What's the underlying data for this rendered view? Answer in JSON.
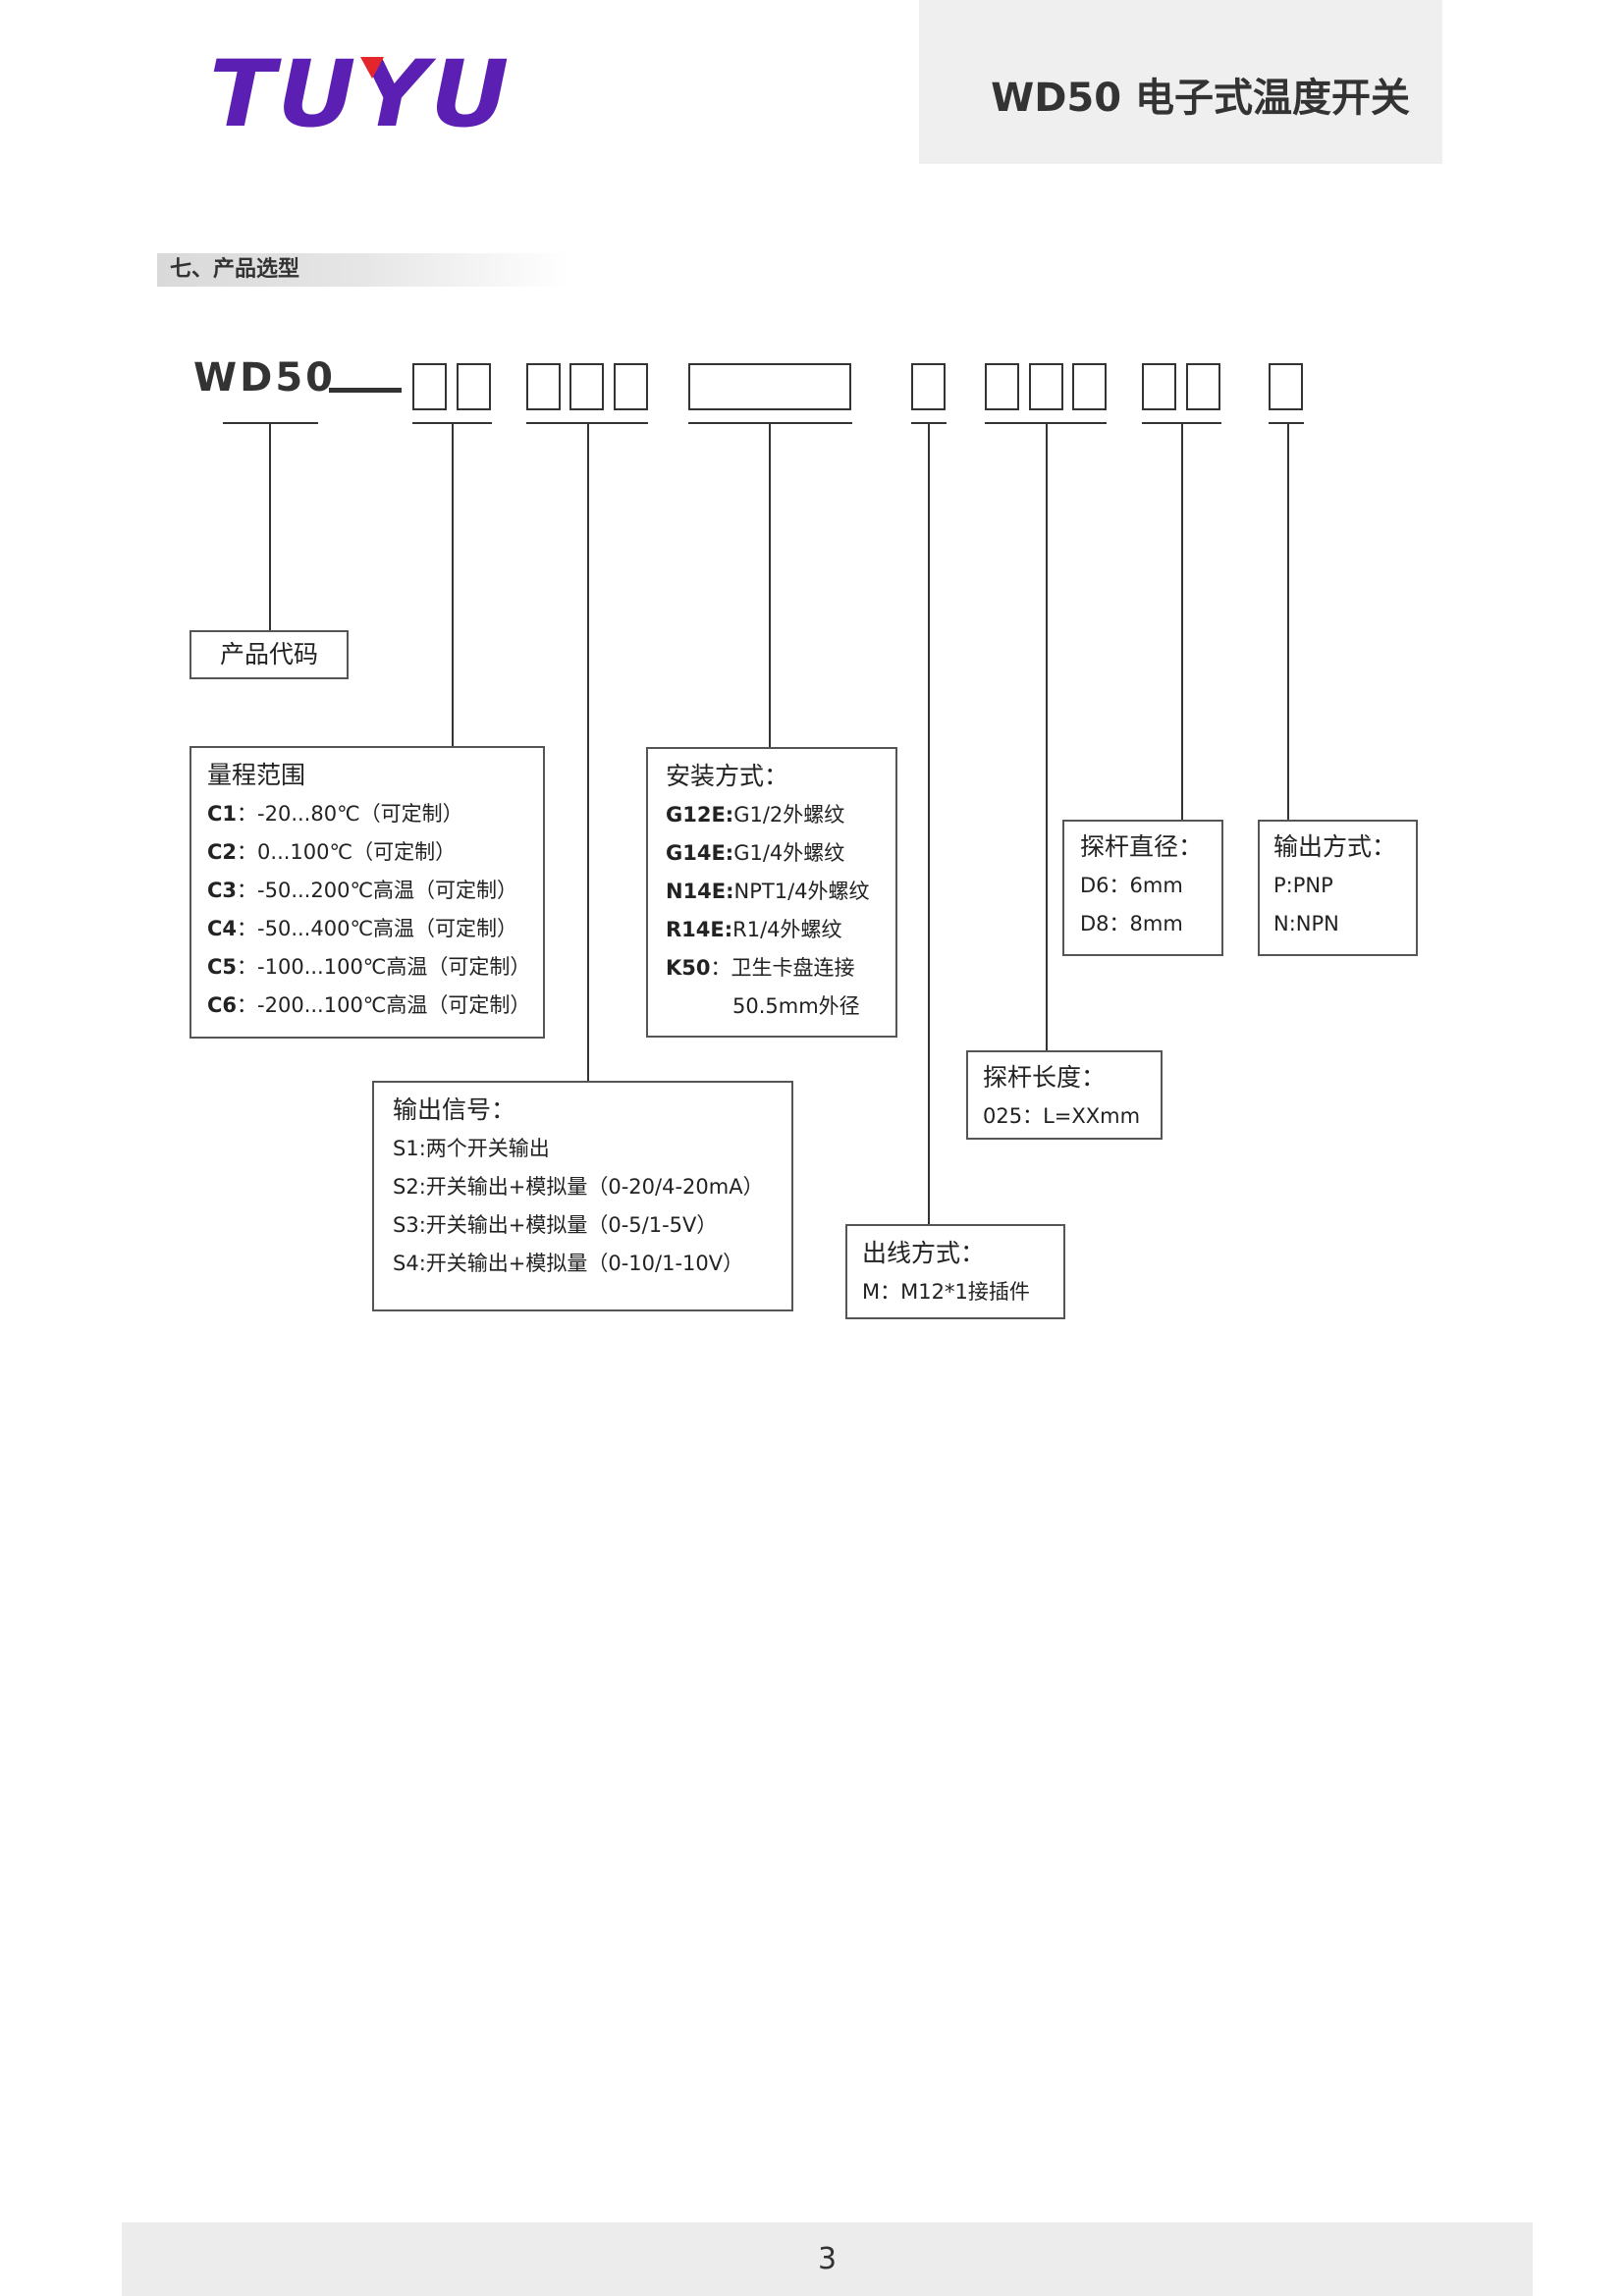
{
  "header": {
    "logo_text": "TUYU",
    "doc_title": "WD50 电子式温度开关"
  },
  "section": {
    "title": "七、产品选型"
  },
  "model_code": {
    "prefix": "WD50"
  },
  "boxes": {
    "product_code": {
      "head": "产品代码"
    },
    "range": {
      "head": "量程范围",
      "rows": [
        {
          "code": "C1",
          "text": "：-20...80℃（可定制）"
        },
        {
          "code": "C2",
          "text": "：0...100℃（可定制）"
        },
        {
          "code": "C3",
          "text": "：-50...200℃高温（可定制）"
        },
        {
          "code": "C4",
          "text": "：-50...400℃高温（可定制）"
        },
        {
          "code": "C5",
          "text": "：-100...100℃高温（可定制）"
        },
        {
          "code": "C6",
          "text": "：-200...100℃高温（可定制）"
        }
      ]
    },
    "output_signal": {
      "head": "输出信号：",
      "rows": [
        "S1:两个开关输出",
        "S2:开关输出+模拟量（0-20/4-20mA）",
        "S3:开关输出+模拟量（0-5/1-5V）",
        "S4:开关输出+模拟量（0-10/1-10V）"
      ]
    },
    "installation": {
      "head": "安装方式：",
      "rows": [
        {
          "code": "G12E:",
          "text": "G1/2外螺纹"
        },
        {
          "code": "G14E:",
          "text": "G1/4外螺纹"
        },
        {
          "code": "N14E:",
          "text": "NPT1/4外螺纹"
        },
        {
          "code": "R14E:",
          "text": "R1/4外螺纹"
        },
        {
          "code": "K50",
          "text": "：卫生卡盘连接"
        }
      ],
      "extra": "50.5mm外径"
    },
    "wiring": {
      "head": "出线方式：",
      "rows": [
        "M：M12*1接插件"
      ]
    },
    "probe_length": {
      "head": "探杆长度：",
      "rows": [
        "025：L=XXmm"
      ]
    },
    "probe_diameter": {
      "head": "探杆直径：",
      "rows": [
        "D6：6mm",
        "D8：8mm"
      ]
    },
    "output_mode": {
      "head": "输出方式：",
      "rows": [
        "P:PNP",
        "N:NPN"
      ]
    }
  },
  "footer": {
    "page_number": "3"
  }
}
